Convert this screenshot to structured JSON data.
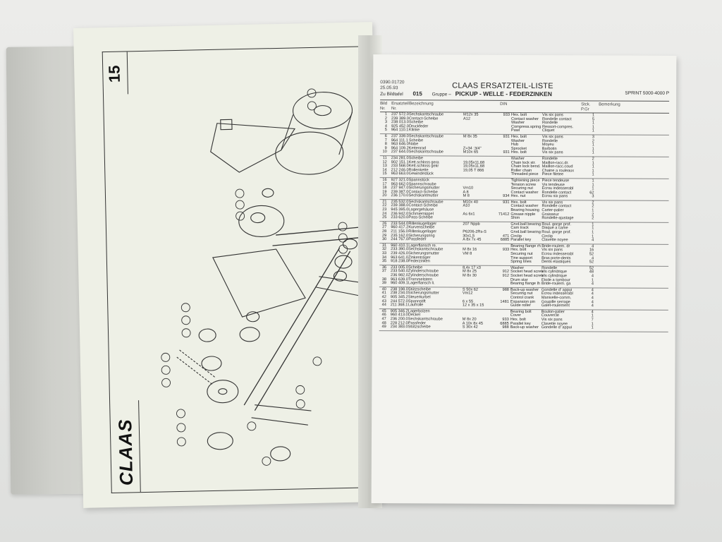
{
  "left_page": {
    "page_number": "15",
    "logo": "CLAAS",
    "arrow_icon": "direction-arrow-icon"
  },
  "right_page": {
    "doc_number": "0390.01720",
    "date": "25.05.93",
    "zu_bildtafel_label": "Zu Bildtafel",
    "bildtafel": "015",
    "title": "CLAAS ERSATZTEIL-LISTE",
    "gruppe_label": "Gruppe –",
    "group_name": "PICKUP - WELLE - FEDERZINKEN",
    "model": "SPRINT 5000-4000 P",
    "columns": {
      "bild_nr": "Bild Nr.",
      "ersatzteil_nr": "Ersatzteil Nr.",
      "bezeichnung": "Bezeichnung",
      "din": "DIN",
      "stck": "Stck. P.Gr",
      "bemerkung": "Bemerkung"
    },
    "groups": [
      [
        [
          "1",
          "237 572.0",
          "Sechskantschraube",
          "M12x 35",
          "933",
          "Hex. bolt",
          "Vis six pans",
          "1"
        ],
        [
          "2",
          "239 389.0",
          "Contact-Scheibe",
          "A12",
          "",
          "Contact washer",
          "Rondelle contact",
          "5"
        ],
        [
          "3",
          "238 013.0",
          "Scheibe",
          "",
          "",
          "Washer",
          "Rondelle",
          "1"
        ],
        [
          "4",
          "925 452.0",
          "Druckfeder",
          "",
          "",
          "Compress.spring",
          "Ressort-compres.",
          "1"
        ],
        [
          "5",
          "964 110.1",
          "Klinke",
          "",
          "",
          "Pawl",
          "Cliquet",
          "1"
        ]
      ],
      [
        [
          "6",
          "237 339.0",
          "Sechskantschraube",
          "M 8x 35",
          "931",
          "Hex. bolt",
          "Vis six pans",
          "3"
        ],
        [
          "7",
          "964 111.1",
          "Scheibe",
          "",
          "",
          "Washer",
          "Rondelle",
          "2"
        ],
        [
          "8",
          "963 646.0",
          "Nabe",
          "",
          "",
          "Hub",
          "Moyeu",
          "1"
        ],
        [
          "9",
          "964 109.2",
          "Kettenrad",
          "Z=34 :3/4\"",
          "",
          "Sprocket",
          "Barbotin",
          "1"
        ],
        [
          "10",
          "237 644.0",
          "Sechskantschraube",
          "M10x 65",
          "931",
          "Hex. bolt",
          "Vis six pans",
          "1"
        ]
      ],
      [
        [
          "11",
          "234 281.0",
          "Scheibe",
          "",
          "",
          "Washer",
          "Rondelle",
          "2"
        ],
        [
          "12",
          "902 151.1",
          "Kett.schloss gera",
          "19,05x11,68",
          "",
          "Chain lock str.",
          "Maillon-racc.dr.",
          "1"
        ],
        [
          "13",
          "233 568.0",
          "Kett.schloss gekr",
          "19,05x11,68",
          "",
          "Chain lock bend.",
          "Maillon-racc.coud",
          "1"
        ],
        [
          "14",
          "212 246.0",
          "Rollenkette",
          "19,05 T 866",
          "",
          "Roller chain",
          "Chaine a rouleaux",
          "1"
        ],
        [
          "15",
          "963 663.0",
          "Gewindestück",
          "",
          "",
          "Threaded piece",
          "Piece filetee",
          "1"
        ]
      ],
      [
        [
          "16",
          "927 321.0",
          "Spannstück",
          "",
          "",
          "Tightening piece",
          "Piece tendeuse",
          "1"
        ],
        [
          "17",
          "963 662.0",
          "Spannschraube",
          "",
          "",
          "Tension screw",
          "Vis tendeuse",
          "1"
        ],
        [
          "18",
          "237 947.0",
          "Sicherungsmutter",
          "Vm10",
          "",
          "Securing nut",
          "Ecrou indesserabl",
          "1"
        ],
        [
          "19",
          "239 387.0",
          "Contact-Scheibe",
          "A 8",
          "",
          "Contact washer",
          "Rondelle contact",
          "62"
        ],
        [
          "20",
          "236 170.0",
          "Sechskantmutter",
          "M 8",
          "934",
          "Hex. nut",
          "Ecrou six pans",
          "3"
        ]
      ],
      [
        [
          "21",
          "235 532.0",
          "Sechskantschraube",
          "M10x 40",
          "931",
          "Hex. bolt",
          "Vis six pans",
          "2"
        ],
        [
          "22",
          "239 388.0",
          "Contact-Scheibe",
          "A10",
          "",
          "Contact washer",
          "Rondelle contact",
          "2"
        ],
        [
          "23",
          "945 395.0",
          "Lagergehäuse",
          "",
          "",
          "Bearing housing",
          "Carter-palier",
          "1"
        ],
        [
          "24",
          "236 942.0",
          "Schmiernippel",
          "As 6x1",
          "71412",
          "Grease nipple",
          "Graisseur",
          "2"
        ],
        [
          "25",
          "233 620.0",
          "Pass-Scheibe",
          "",
          "",
          "Shim",
          "Rondelle-ajustage",
          "2"
        ]
      ],
      [
        [
          "26",
          "233 544.0",
          "Rillenkugellager",
          "207 Nppb",
          "",
          "Grvd.ball bearing",
          "Roul. gorge prof.",
          "1"
        ],
        [
          "27",
          "960 417.2",
          "Kurvenscheibe",
          "",
          "",
          "Cam track",
          "Disque a came",
          "1"
        ],
        [
          "28",
          "211 156.0",
          "Rillenkugellager",
          "P6206-2Rs-S",
          "",
          "Grvd.ball bearing",
          "Roul. gorge prof.",
          "1"
        ],
        [
          "29",
          "235 162.0",
          "Sicherungsring",
          "30x1,5",
          "471",
          "Circlip",
          "Circlip",
          "1"
        ],
        [
          "30",
          "244 767.0",
          "Passfeder",
          "A 8x 7x 45",
          "6885",
          "Parallel key",
          "Clavette noyee",
          "4"
        ]
      ],
      [
        [
          "31",
          "960 410.1",
          "Lagerflansch re.",
          "",
          "",
          "Bearing flange rh",
          "Bride-roulem. dr",
          "4"
        ],
        [
          "32",
          "233 390.0",
          "Sechskantschraube",
          "M 8x 16",
          "933",
          "Hex. bolt",
          "Vis six pans",
          "16"
        ],
        [
          "33",
          "239 426.0",
          "Sicherungsmutter",
          "VM 8",
          "",
          "Securing nut",
          "Ecrou indesserabl",
          "52"
        ],
        [
          "34",
          "963 641.0",
          "Zinkenträger",
          "",
          "",
          "Tine support",
          "Bras porte-dents",
          "4"
        ],
        [
          "35",
          "918 238.0",
          "Federzinken",
          "",
          "",
          "Spring tines",
          "Dents elastiques",
          "52"
        ]
      ],
      [
        [
          "36",
          "233 005.0",
          "Scheibe",
          "8,4x 17 x3",
          "",
          "Washer",
          "Rondelle",
          "52"
        ],
        [
          "37",
          "233 540.0",
          "Zylinderschraube",
          "M 8x 25",
          "912",
          "Socket head screw",
          "Vis cylindrique",
          "48"
        ],
        [
          "",
          "236 982.0",
          "Zylinderschraube",
          "M 8x 30",
          "912",
          "Socket head screw",
          "Vis cylindrique",
          "4"
        ],
        [
          "38",
          "963 639.0",
          "Trommelstern",
          "",
          "",
          "Drum star",
          "Etoile a tambour",
          "1"
        ],
        [
          "39",
          "960 409.1",
          "Lagerflansch li.",
          "",
          "",
          "Bearing flange lh",
          "Bride-roulem. ga",
          "4"
        ]
      ],
      [
        [
          "40",
          "238 198.0",
          "Stützscheibe",
          "S 50x 62",
          "988",
          "Back-up washer",
          "Gondelle d' appui",
          "4"
        ],
        [
          "41",
          "238 234.0",
          "Sicherungsmutter",
          "Vm12",
          "",
          "Securing nut",
          "Ecrou indesserabl",
          "4"
        ],
        [
          "42",
          "905 345.2",
          "Steuerkurbel",
          "",
          "",
          "Control crank",
          "Manivelle-comm.",
          "4"
        ],
        [
          "43",
          "244 572.0",
          "Spannstift",
          "6 x 55",
          "1481",
          "Expansion pin",
          "Goupille serrage",
          "4"
        ],
        [
          "44",
          "211 368.1",
          "Laufrolle",
          "12 x 35 x 15",
          "",
          "Guide roller",
          "Galet-roulement",
          "4"
        ]
      ],
      [
        [
          "45",
          "905 346.2",
          "Lagerbolzen",
          "",
          "",
          "Bearing bolt",
          "Boulon-palier",
          "4"
        ],
        [
          "46",
          "960 413.0",
          "Deckel",
          "",
          "",
          "Cover",
          "Couvercle",
          "1"
        ],
        [
          "47",
          "236 200.0",
          "Sechskantschraube",
          "M 8x 20",
          "933",
          "Hex. bolt",
          "Vis six pans",
          "7"
        ],
        [
          "48",
          "228 212.0",
          "Passfeder",
          "A 10x 8x 45",
          "6885",
          "Parallel key",
          "Clavette noyee",
          "1"
        ],
        [
          "49",
          "234 383.0",
          "Stützscheibe",
          "S 30x 42",
          "988",
          "Back-up washer",
          "Gondelle d' appui",
          "1"
        ]
      ]
    ]
  }
}
